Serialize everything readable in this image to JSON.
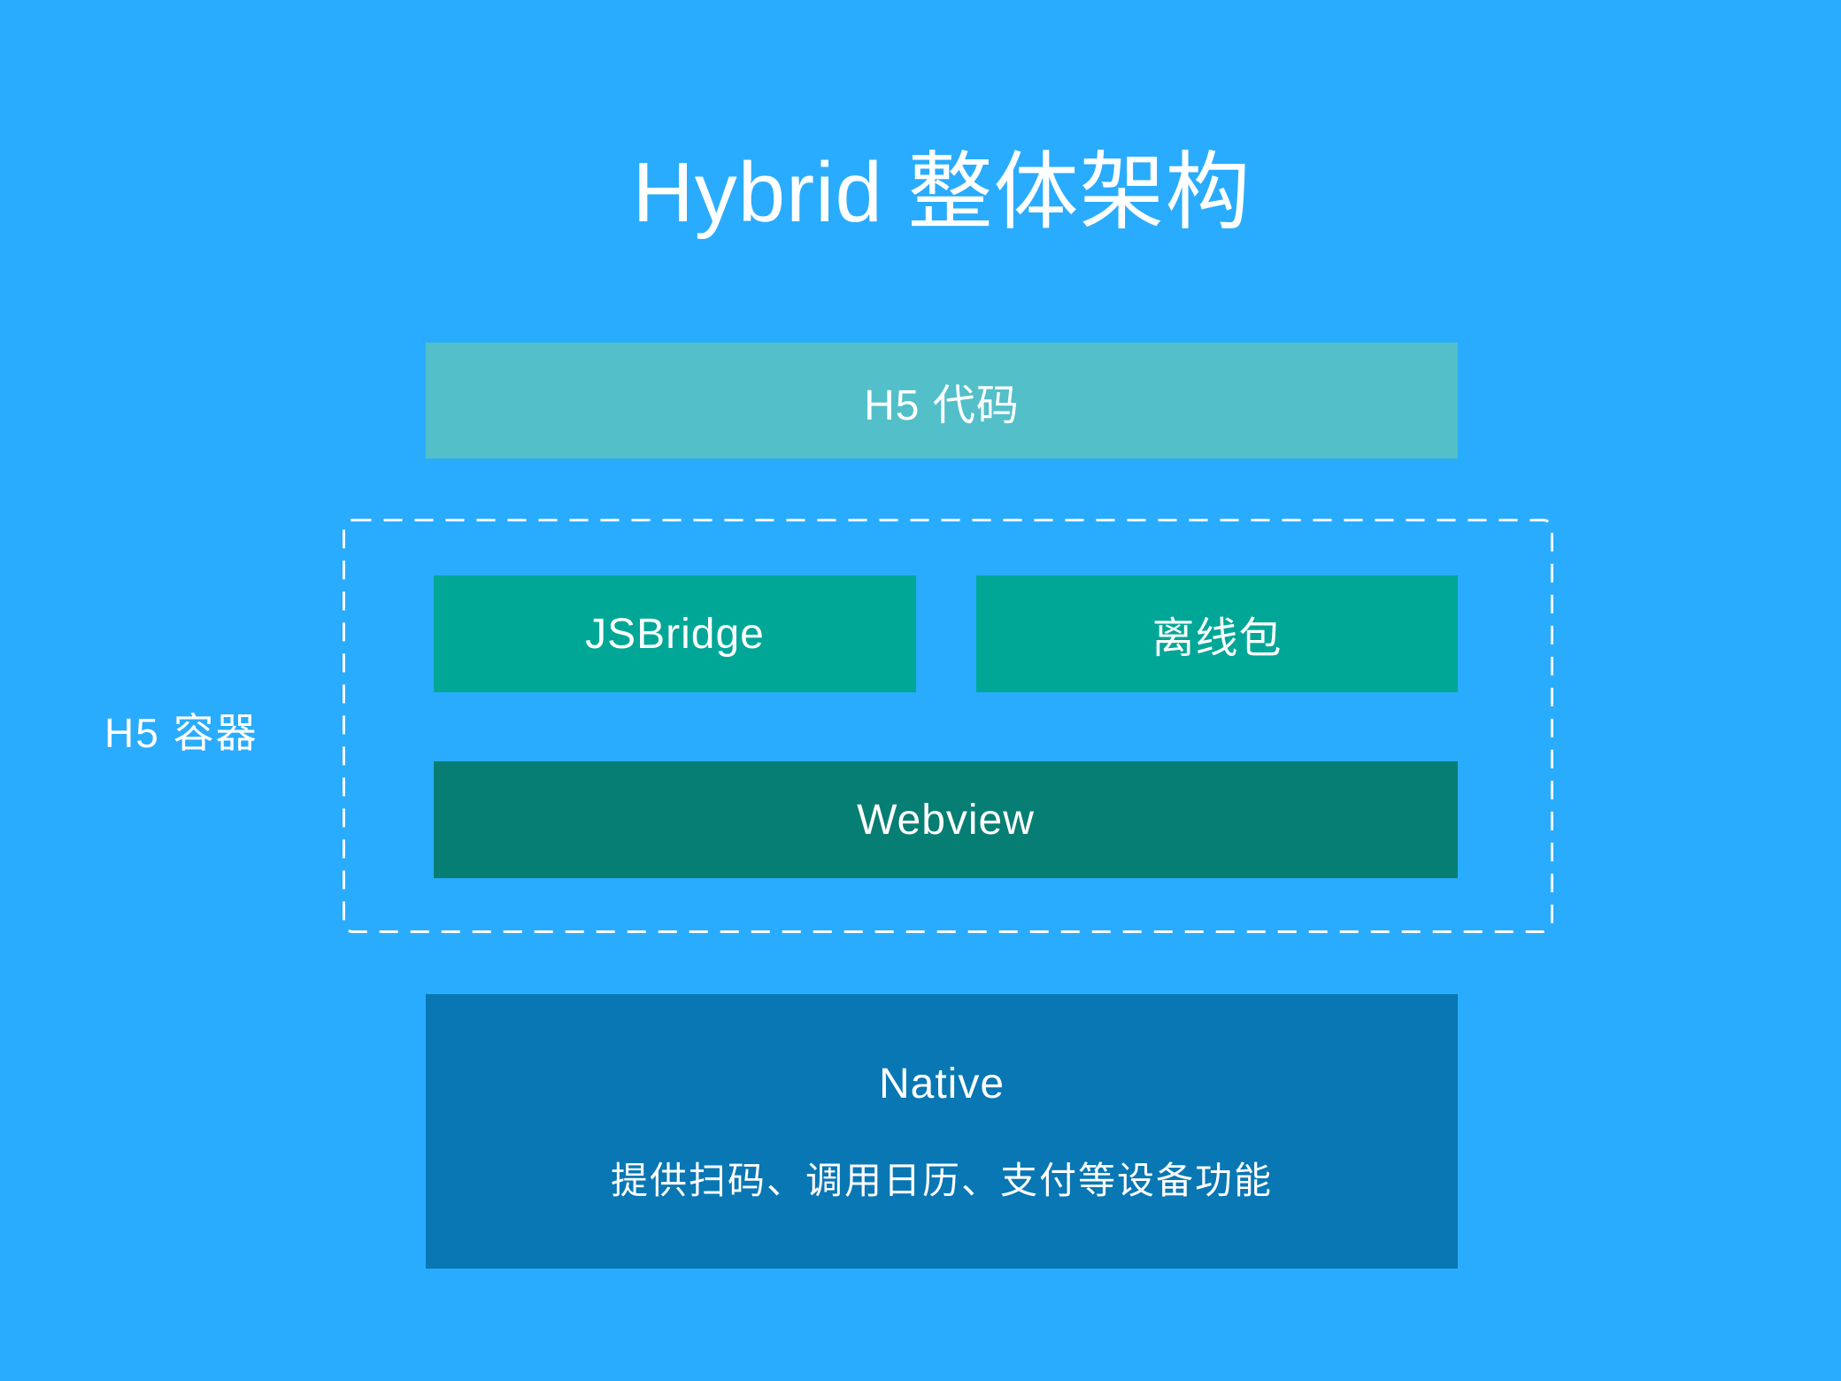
{
  "title": "Hybrid 整体架构",
  "diagram": {
    "h5_code_label": "H5 代码",
    "container_label": "H5 容器",
    "jsbridge_label": "JSBridge",
    "offline_package_label": "离线包",
    "webview_label": "Webview",
    "native_label": "Native",
    "native_description": "提供扫码、调用日历、支付等设备功能"
  },
  "colors": {
    "background": "#29ACFE",
    "h5_code_box": "#52BFC9",
    "jsbridge_box": "#00A797",
    "offline_package_box": "#00A797",
    "webview_box": "#077E74",
    "native_box": "#0877B4",
    "dashed_border": "#FFFFFF",
    "text": "#FFFFFF"
  }
}
